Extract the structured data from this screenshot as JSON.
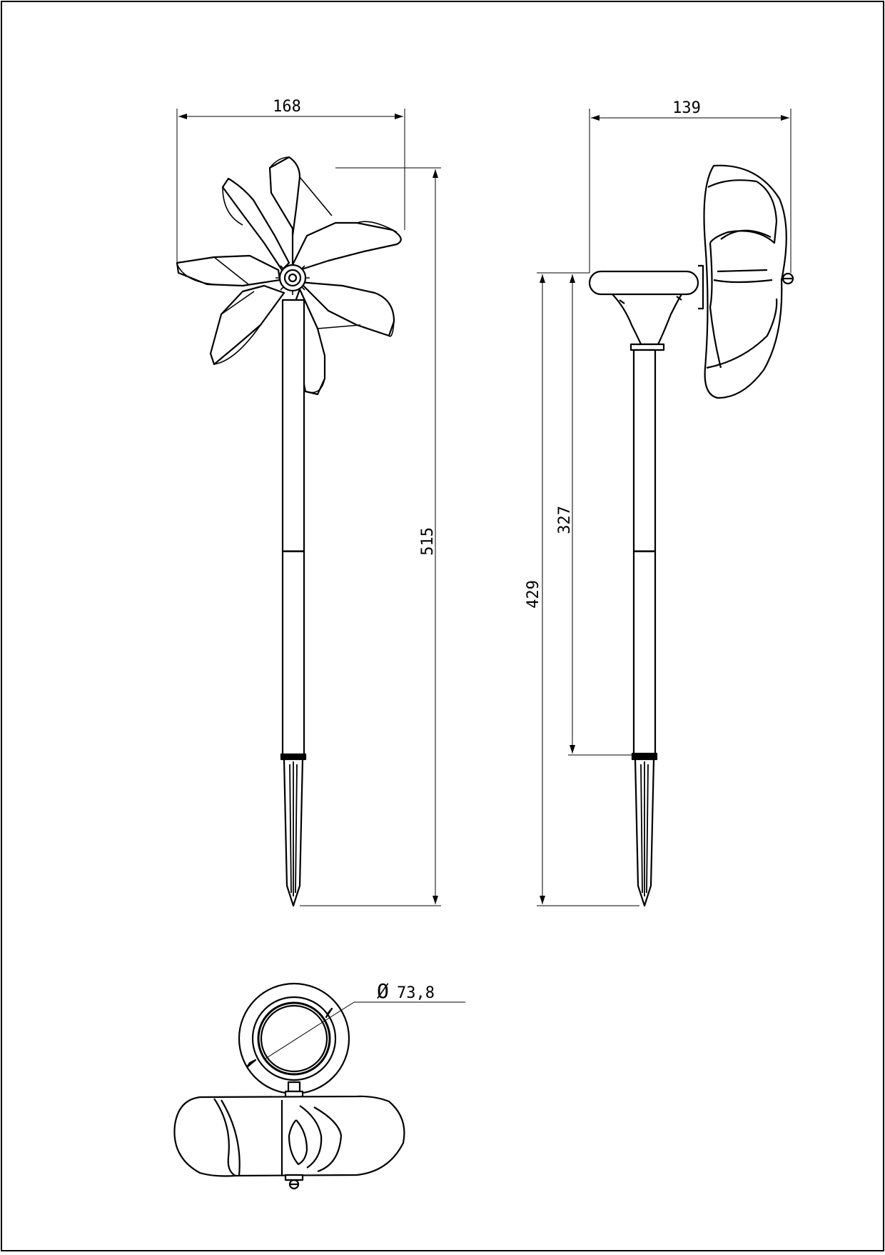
{
  "dimensions": {
    "front_width": "168",
    "side_width": "139",
    "total_height": "515",
    "stem_height": "429",
    "upper_height": "327",
    "hub_diameter": "73,8"
  },
  "symbols": {
    "diameter": "Ø"
  },
  "colors": {
    "line": "#000000",
    "paper": "#ffffff"
  }
}
